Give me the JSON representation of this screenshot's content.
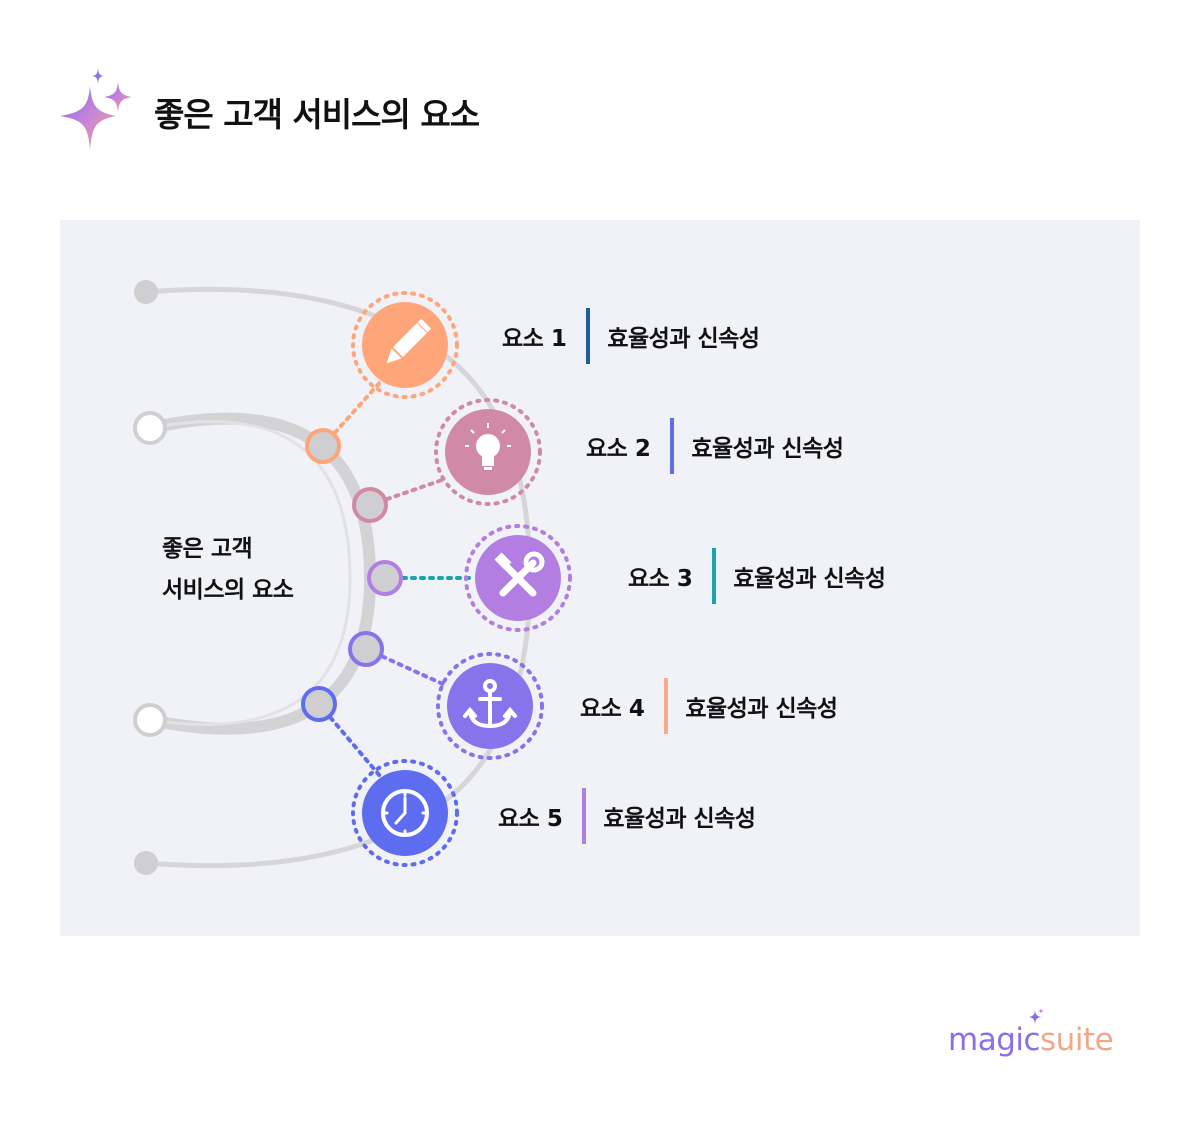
{
  "title": "좋은 고객 서비스의 요소",
  "center_label": {
    "line1": "좋은 고객",
    "line2": "서비스의 요소"
  },
  "items": [
    {
      "number": "요소 1",
      "text": "효율성과 신속성",
      "color": "#ffa57a",
      "bar_color": "#1e5fa3",
      "icon": "pencil-icon"
    },
    {
      "number": "요소 2",
      "text": "효율성과 신속성",
      "color": "#d08aa4",
      "bar_color": "#5f6ee0",
      "icon": "lightbulb-icon"
    },
    {
      "number": "요소 3",
      "text": "효율성과 신속성",
      "color": "#b27ee2",
      "bar_color": "#1aa5ad",
      "icon": "hammer-wrench-icon"
    },
    {
      "number": "요소 4",
      "text": "효율성과 신속성",
      "color": "#8874ea",
      "bar_color": "#f6ad87",
      "icon": "anchor-icon"
    },
    {
      "number": "요소 5",
      "text": "효율성과 신속성",
      "color": "#5e6cf0",
      "bar_color": "#b07fe0",
      "icon": "clock-icon"
    }
  ],
  "logo": {
    "part1": "magic",
    "part2": "suite"
  }
}
